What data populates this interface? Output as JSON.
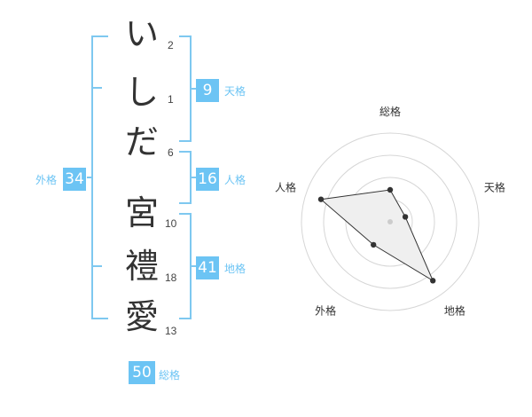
{
  "characters": [
    {
      "char": "い",
      "strokes": "2"
    },
    {
      "char": "し",
      "strokes": "1"
    },
    {
      "char": "だ",
      "strokes": "6"
    },
    {
      "char": "宮",
      "strokes": "10"
    },
    {
      "char": "禮",
      "strokes": "18"
    },
    {
      "char": "愛",
      "strokes": "13"
    }
  ],
  "fortunes": {
    "tenkaku": {
      "value": "9",
      "label": "天格"
    },
    "jinkaku": {
      "value": "16",
      "label": "人格"
    },
    "chikaku": {
      "value": "41",
      "label": "地格"
    },
    "gaikaku": {
      "value": "34",
      "label": "外格"
    },
    "soukaku": {
      "value": "50",
      "label": "総格"
    }
  },
  "colors": {
    "accent": "#6cc4f4",
    "bracket": "#7ec8f0",
    "radar_fill": "#efefef"
  },
  "chart_data": {
    "type": "radar",
    "axes": [
      "総格",
      "天格",
      "地格",
      "外格",
      "人格"
    ],
    "values": [
      1.8,
      0.9,
      4.1,
      1.6,
      4.1
    ],
    "max": 5,
    "rings": 4
  }
}
